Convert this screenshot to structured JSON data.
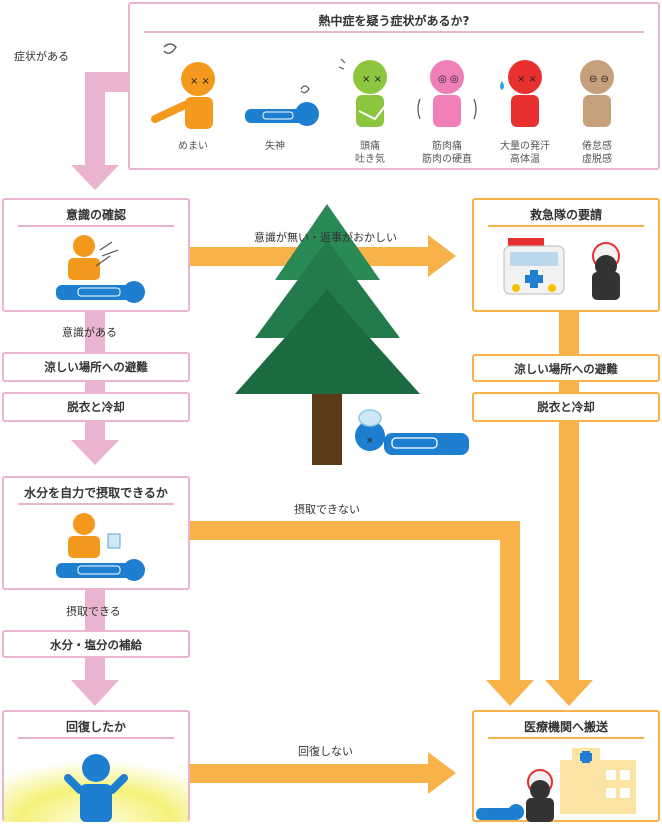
{
  "symptoms": {
    "title": "熱中症を疑う症状があるか?",
    "items": [
      {
        "label": "めまい"
      },
      {
        "label": "失神"
      },
      {
        "label": "頭痛\n吐き気"
      },
      {
        "label": "筋肉痛\n筋肉の硬直"
      },
      {
        "label": "大量の発汗\n高体温"
      },
      {
        "label": "倦怠感\n虚脱感"
      }
    ]
  },
  "labels": {
    "has_symptoms": "症状がある",
    "conscious": "意識がある",
    "unconscious": "意識が無い・返事がおかしい",
    "can_drink": "摂取できる",
    "cannot_drink": "摂取できない",
    "not_recovered": "回復しない"
  },
  "boxes": {
    "consciousness": "意識の確認",
    "ambulance": "救急隊の要請",
    "water": "水分を自力で摂取できるか",
    "recovered": "回復したか",
    "hospital": "医療機関へ搬送"
  },
  "steps": {
    "cool_left": "涼しい場所への避難",
    "undress_left": "脱衣と冷却",
    "cool_right": "涼しい場所への避難",
    "undress_right": "脱衣と冷却",
    "replenish": "水分・塩分の補給"
  },
  "colors": {
    "pink": "#eab3cf",
    "orange": "#f7b34a",
    "blue": "#1e7fd0",
    "tree": "#1f7a4a",
    "trunk": "#5b3a17"
  }
}
